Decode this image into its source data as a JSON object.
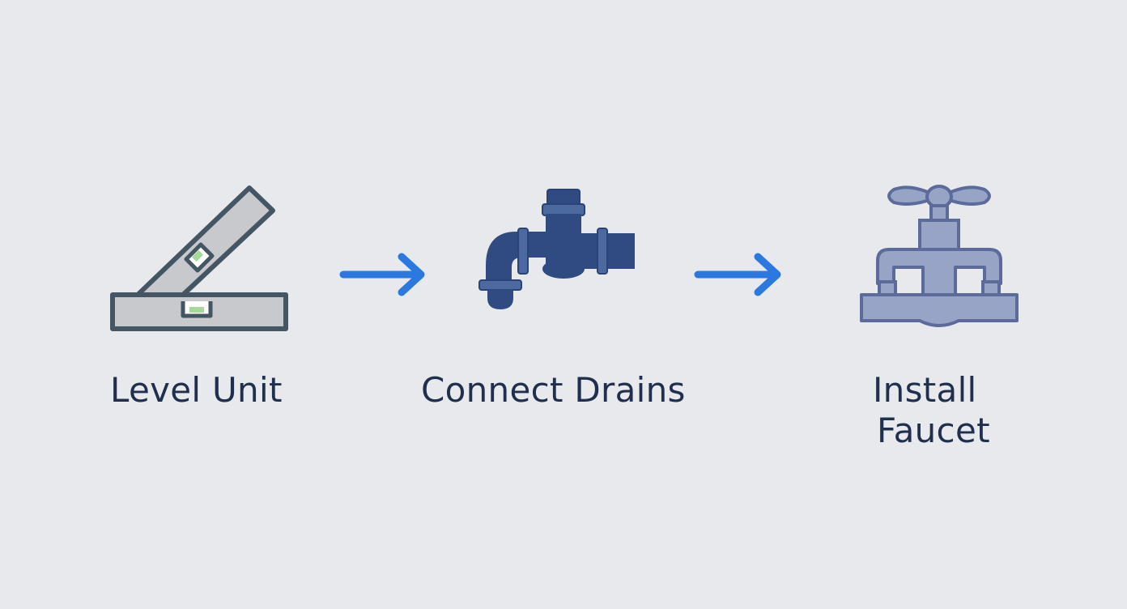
{
  "steps": [
    {
      "label": "Level Unit",
      "icon": "level-icon"
    },
    {
      "label": "Connect Drains",
      "icon": "drain-pipe-icon"
    },
    {
      "label_line1": "Install",
      "label_line2": "Faucet",
      "icon": "faucet-valve-icon"
    }
  ],
  "colors": {
    "background": "#e7e9ec",
    "text": "#1f2f4d",
    "arrow": "#2b79e0",
    "level_fill": "#c7c9cc",
    "outline": "#445564",
    "pipe": "#2f4b82",
    "valve": "#97a4c6",
    "valve_outline": "#5c6b9a"
  }
}
